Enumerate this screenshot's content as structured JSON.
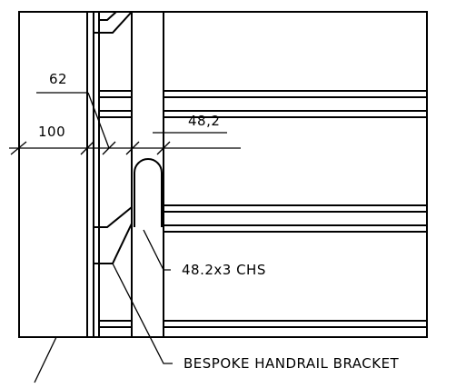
{
  "dimensions": {
    "post_width": "100",
    "gap": "62",
    "tube_diameter": "48,2"
  },
  "callouts": {
    "tube": "48.2x3 CHS",
    "bracket": "BESPOKE HANDRAIL BRACKET"
  }
}
